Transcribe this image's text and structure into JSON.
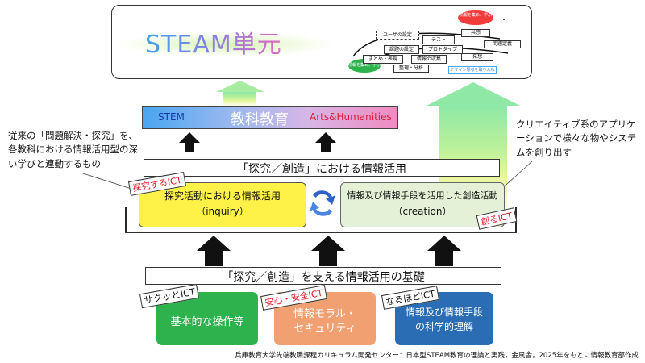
{
  "steam": {
    "title": "STEAM単元",
    "cycle": {
      "user_setting": "ユーザの設定",
      "test": "テスト",
      "common": "共感",
      "problem_definition": "問題定義",
      "prototype": "プロトタイプ",
      "issue_setting": "課題の設定",
      "summary_expression": "まとめ・表現",
      "info_collection": "情報の収集",
      "ideation": "発想",
      "organize_analyze": "整理・分析",
      "design_thinking": "デザイン思考を取り入れ",
      "badge_left": "情報を集め、学ぶ",
      "badge_right": "情報を集め、学ぶ"
    }
  },
  "subjects": {
    "stem": "STEM",
    "main": "教科教育",
    "arts": "Arts&Humanities"
  },
  "left_note": "従来の「問題解決・探究」を、各教科における情報活用型の深い学びと連動するもの",
  "right_note": "クリエイティブ系のアプリケーションで様々な物やシステムを創り出す",
  "middle_title": "「探究／創造」における情報活用",
  "inquiry": {
    "tag": "探究するICT",
    "line1": "探究活動における情報活用",
    "line2": "（inquiry）"
  },
  "creation": {
    "tag": "創るICT",
    "line1": "情報及び情報手段を活用した創造活動",
    "line2": "（creation）"
  },
  "foundation_title": "「探究／創造」を支える情報活用の基礎",
  "foundations": [
    {
      "tag": "サクッとICT",
      "line1": "基本的な操作等",
      "line2": ""
    },
    {
      "tag": "安心・安全ICT",
      "line1": "情報モラル・",
      "line2": "セキュリティ"
    },
    {
      "tag": "なるほどICT",
      "line1": "情報及び情報手段",
      "line2": "の科学的理解"
    }
  ],
  "source": "兵庫教育大学先端教職課程カリキュラム開発センター：日本型STEAM教育の理論と実践，金風舎，2025年をもとに情報教育部作成",
  "colors": {
    "inquiry_fill": "#fef148",
    "creation_fill": "#e4f1d7",
    "green_box": "#2eb24e",
    "orange_box": "#f1a072",
    "blue_box": "#2a6db4",
    "tag_text": "#e0202a"
  }
}
